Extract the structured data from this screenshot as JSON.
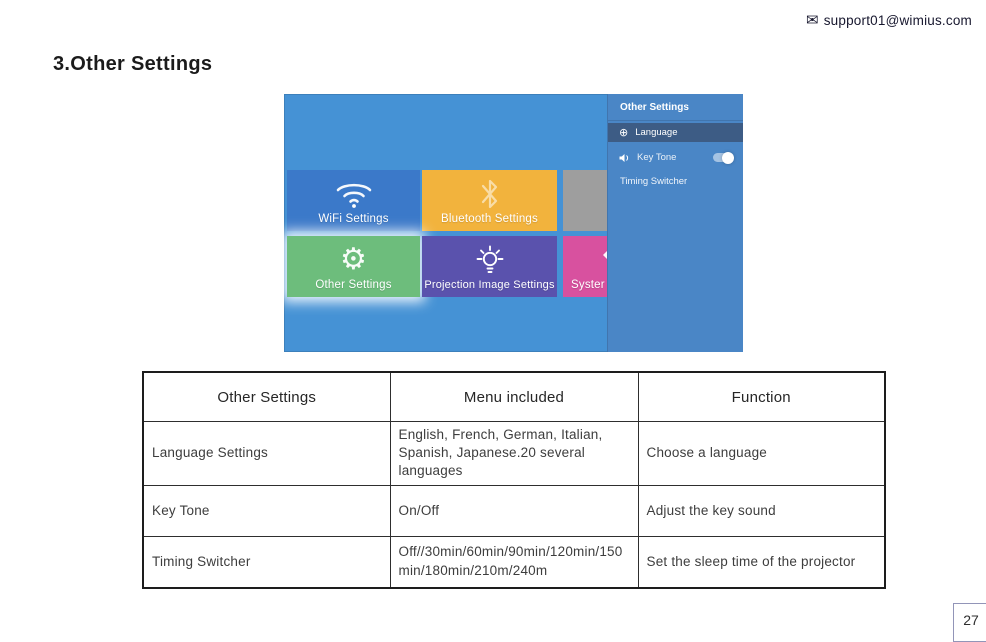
{
  "header": {
    "email": "support01@wimius.com",
    "envelope_icon": "✉"
  },
  "title": "3.Other Settings",
  "screenshot": {
    "tiles": {
      "wifi": "WiFi Settings",
      "bluetooth": "Bluetooth Settings",
      "other": "Other Settings",
      "projection": "Projection Image Settings",
      "system": "Syster"
    },
    "panel": {
      "title": "Other Settings",
      "language": "Language",
      "key_tone": "Key Tone",
      "timing": "Timing Switcher",
      "key_tone_toggle": "on"
    },
    "colors": {
      "background": "#4592d5",
      "panel": "#4a86c6",
      "panel_selected": "#3d5c85",
      "wifi_tile": "#3b79c9",
      "bluetooth_tile": "#f2b33d",
      "gray_tile": "#9e9e9e",
      "other_tile": "#6dbd7c",
      "projection_tile": "#5a52ad",
      "system_tile": "#d8519f"
    }
  },
  "table": {
    "headers": [
      "Other Settings",
      "Menu included",
      "Function"
    ],
    "rows": [
      [
        "Language Settings",
        "English, French, German, Italian, Spanish, Japanese.20 several languages",
        "Choose a language"
      ],
      [
        "Key Tone",
        "On/Off",
        "Adjust the key sound"
      ],
      [
        "Timing Switcher",
        "Off//30min/60min/90min/120min/150min/180min/210m/240m",
        "Set the sleep time of the projector"
      ]
    ]
  },
  "footer": {
    "page_number": "27"
  }
}
